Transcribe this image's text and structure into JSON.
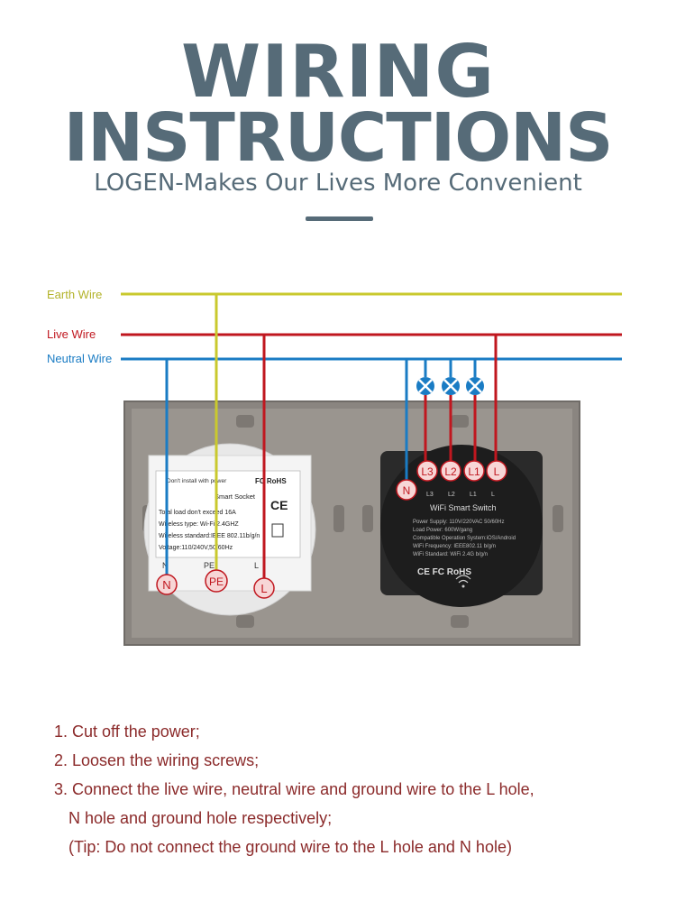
{
  "header": {
    "title_line1": "WIRING",
    "title_line2": "INSTRUCTIONS",
    "subtitle": "LOGEN-Makes Our Lives More Convenient"
  },
  "wires": {
    "earth": "Earth Wire",
    "live": "Live Wire",
    "neutral": "Neutral Wire"
  },
  "colors": {
    "title": "#566b78",
    "earth": "#c9c92e",
    "live": "#c0171f",
    "neutral": "#1a7cc4",
    "steps_text": "#8b2a2a"
  },
  "socket": {
    "label_warning": "Don't install with power",
    "label_cert": "FC RoHS",
    "product": "Smart Socket",
    "spec1": "Total load don't exceed 16A",
    "spec2": "Wireless type: Wi-Fi 2.4GHZ",
    "spec3": "Wireless standard:IEEE 802.11b/g/n",
    "spec4": "Voltage:110/240V,50/60Hz",
    "terminal_n": "N",
    "terminal_pe": "PE",
    "terminal_l": "L",
    "tag_n": "N",
    "tag_pe": "PE",
    "tag_l": "L"
  },
  "switch": {
    "product": "WiFi Smart Switch",
    "spec1": "Power Supply: 110V/220VAC  50/60Hz",
    "spec2": "Load Power: 600W/gang",
    "spec3": "Compatible Operation System:iOS/Android",
    "spec4": "WiFi Frequency: IEEE802.11 b/g/n",
    "spec5": "WiFi Standard: WiFi 2.4G b/g/n",
    "cert": "CE  FC RoHS",
    "terminals": [
      "L3",
      "L2",
      "L1",
      "L"
    ],
    "tags": [
      "L3",
      "L2",
      "L1",
      "L"
    ],
    "tag_n": "N"
  },
  "steps": [
    "1. Cut off the power;",
    "2. Loosen the wiring screws;",
    "3. Connect the live wire, neutral wire and ground wire to the L hole,",
    "N hole and ground hole respectively;",
    "(Tip: Do not connect the ground wire to the L hole and N hole)"
  ]
}
